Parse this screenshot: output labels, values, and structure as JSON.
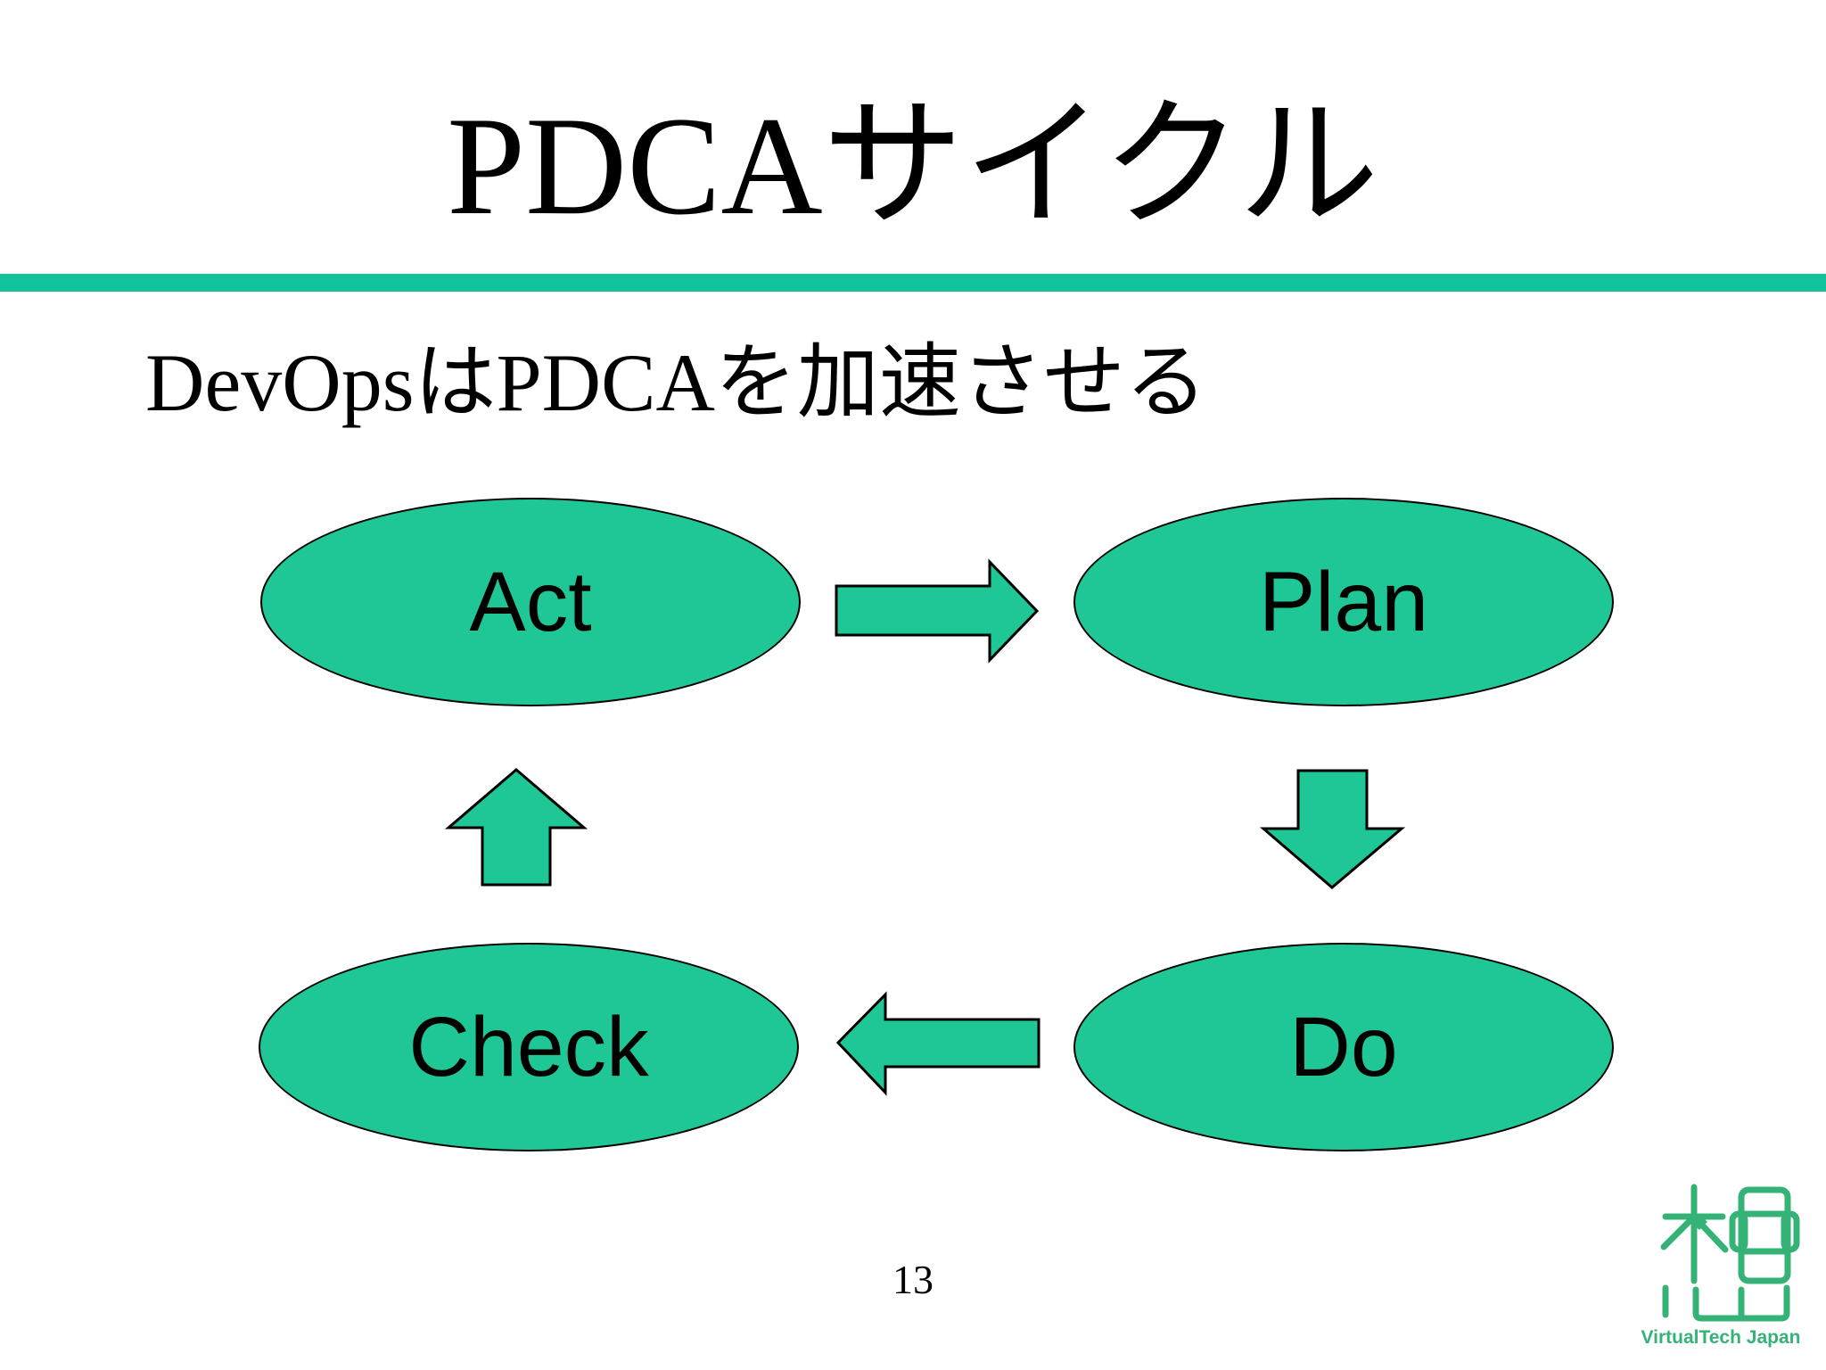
{
  "slide": {
    "title": "PDCAサイクル",
    "subtitle": "DevOpsはPDCAを加速させる",
    "page_number": "13"
  },
  "diagram": {
    "nodes": [
      {
        "id": "act",
        "label": "Act"
      },
      {
        "id": "plan",
        "label": "Plan"
      },
      {
        "id": "check",
        "label": "Check"
      },
      {
        "id": "do",
        "label": "Do"
      }
    ],
    "arrows": [
      {
        "from": "Act",
        "to": "Plan",
        "direction": "right"
      },
      {
        "from": "Plan",
        "to": "Do",
        "direction": "down"
      },
      {
        "from": "Do",
        "to": "Check",
        "direction": "left"
      },
      {
        "from": "Check",
        "to": "Act",
        "direction": "up"
      }
    ]
  },
  "logo": {
    "text": "VirtualTech Japan"
  },
  "colors": {
    "shape_green": "#1EC795",
    "divider_green": "#11C39A",
    "logo_green": "#35B377",
    "text_black": "#000000"
  }
}
